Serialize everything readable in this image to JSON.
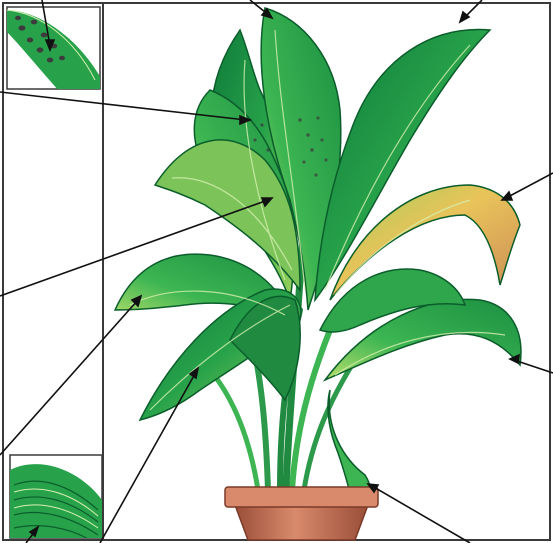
{
  "diagram": {
    "subject": "potted-plant-leaf-problems-illustration",
    "colors": {
      "background": "#ffffff",
      "frame": "#3a3a3a",
      "leaf_dark": "#0f7a3a",
      "leaf_mid": "#27a24a",
      "leaf_light": "#9ad25b",
      "leaf_vein": "#d6f0b0",
      "yellow_leaf": "#e9c35a",
      "brown_tip": "#c98a55",
      "pot": "#c7745a",
      "pot_dark": "#9a4e38",
      "spots": "#3c3c3c",
      "pointer": "#111111"
    },
    "insets": [
      {
        "name": "spotted-leaf-closeup"
      },
      {
        "name": "leaf-surface-closeup"
      }
    ],
    "pointers": [
      {
        "name": "pointer-inset-spots"
      },
      {
        "name": "pointer-top-leaf-tip"
      },
      {
        "name": "pointer-top-right-tip"
      },
      {
        "name": "pointer-dark-spots"
      },
      {
        "name": "pointer-pale-patches"
      },
      {
        "name": "pointer-yellow-leaf"
      },
      {
        "name": "pointer-left-pale-leaf"
      },
      {
        "name": "pointer-lower-inset"
      },
      {
        "name": "pointer-lower-left-leaf"
      },
      {
        "name": "pointer-right-drooping-leaf"
      },
      {
        "name": "pointer-bottom-stem-leaf"
      }
    ]
  }
}
